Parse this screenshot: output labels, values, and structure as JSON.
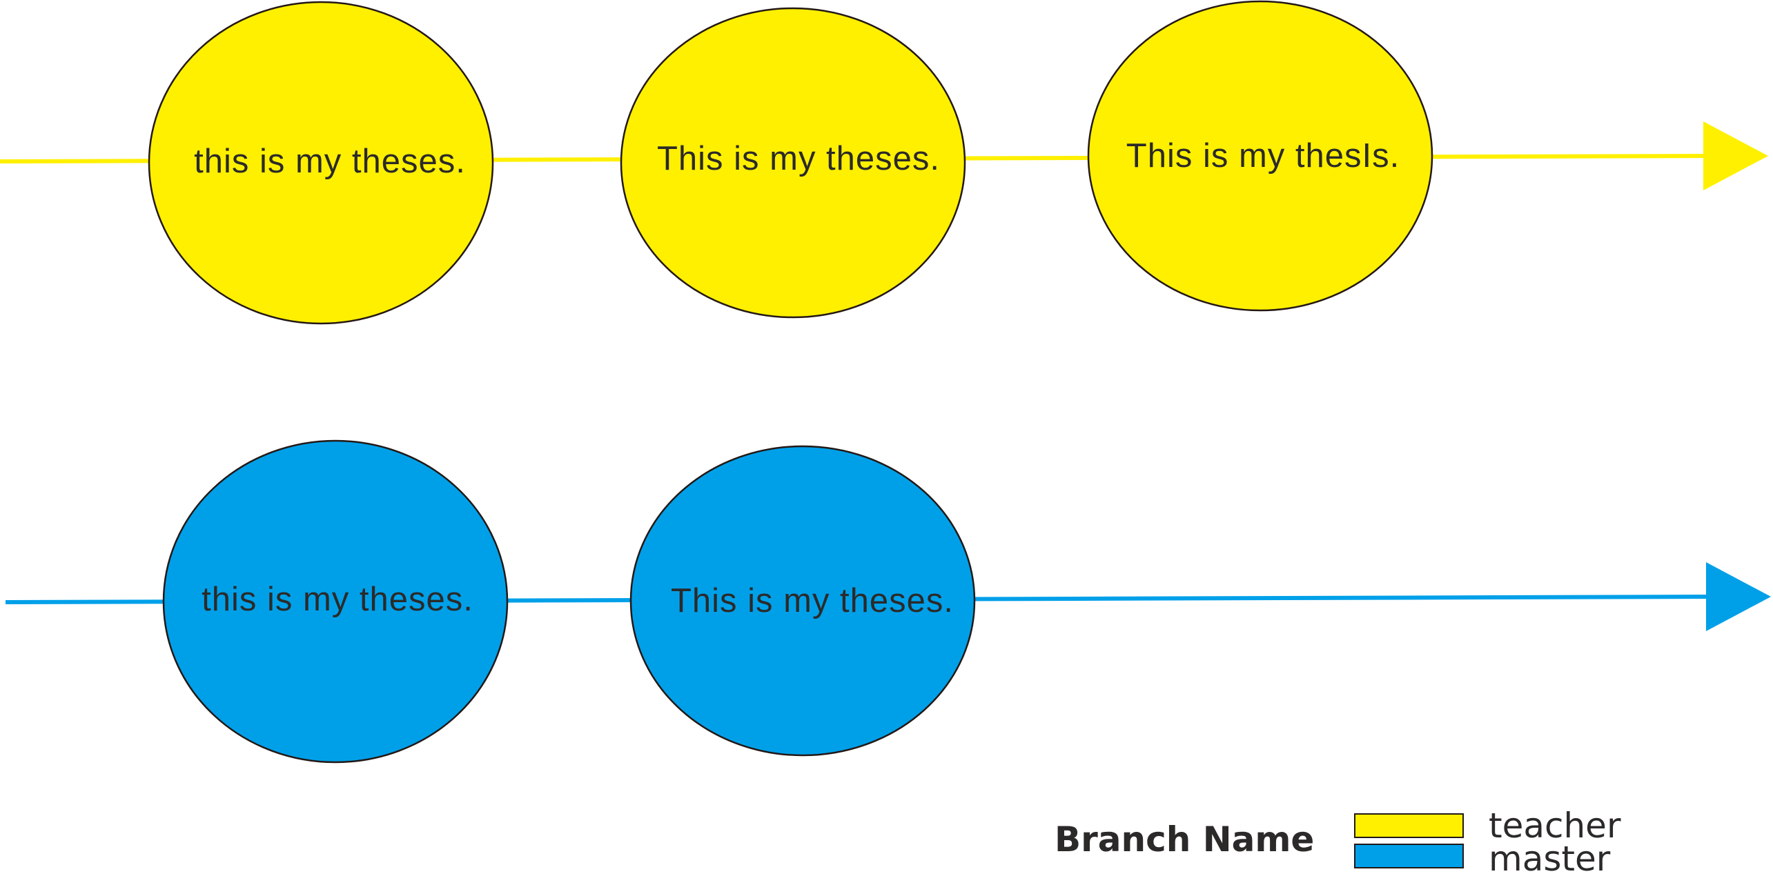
{
  "colors": {
    "teacher": "#fff000",
    "master": "#00a0e9",
    "outline": "#231815",
    "text": "#2b2a29"
  },
  "branches": [
    {
      "id": "teacher",
      "commits": [
        {
          "label": "this is my theses."
        },
        {
          "label": "This is my theses."
        },
        {
          "label": "This is my thesIs."
        }
      ]
    },
    {
      "id": "master",
      "commits": [
        {
          "label": "this is my theses."
        },
        {
          "label": "This is my theses."
        }
      ]
    }
  ],
  "legend": {
    "title": "Branch Name",
    "items": [
      {
        "label": "teacher",
        "color_key": "teacher"
      },
      {
        "label": "master",
        "color_key": "master"
      }
    ]
  }
}
